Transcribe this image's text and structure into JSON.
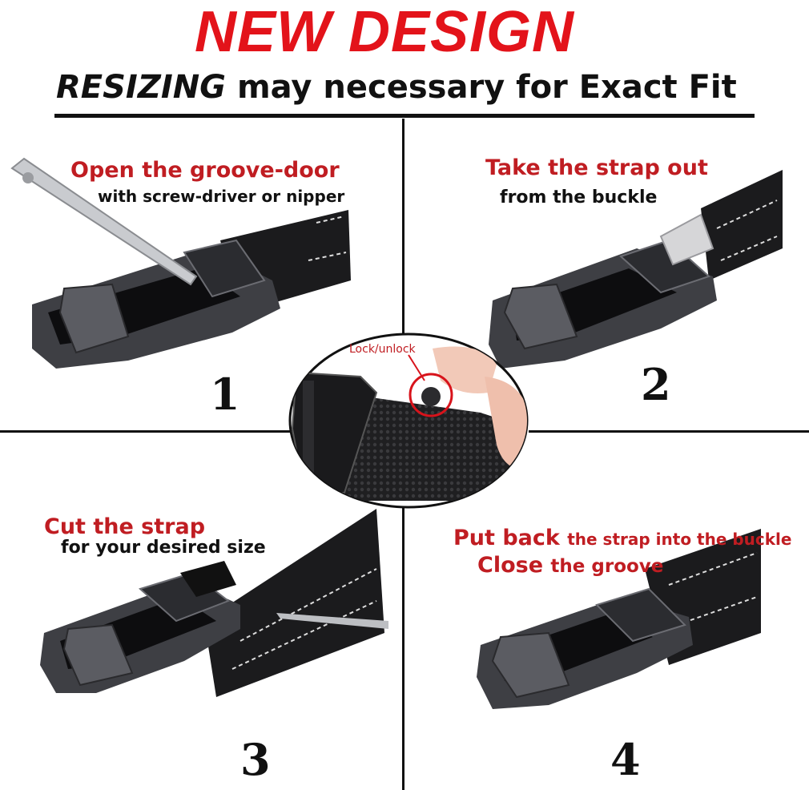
{
  "header": {
    "title": "NEW DESIGN",
    "subtitle_emphasis": "RESIZING",
    "subtitle_rest": "may necessary for Exact Fit"
  },
  "center": {
    "lock_label": "Lock/unlock"
  },
  "steps": [
    {
      "number": "1",
      "title": "Open the groove-door",
      "subtitle": "with screw-driver or nipper"
    },
    {
      "number": "2",
      "title": "Take the strap out",
      "subtitle": "from the buckle"
    },
    {
      "number": "3",
      "title": "Cut the strap",
      "subtitle": "for your desired size"
    },
    {
      "number": "4",
      "title_red": "Put back",
      "title_rest": "the strap into the buckle",
      "line2_red": "Close",
      "line2_rest": "the groove"
    }
  ],
  "colors": {
    "title_red": "#e3131a",
    "step_red": "#c01d22",
    "text": "#111111",
    "leather": "#1b1b1d",
    "metal": "#4a4b50"
  }
}
